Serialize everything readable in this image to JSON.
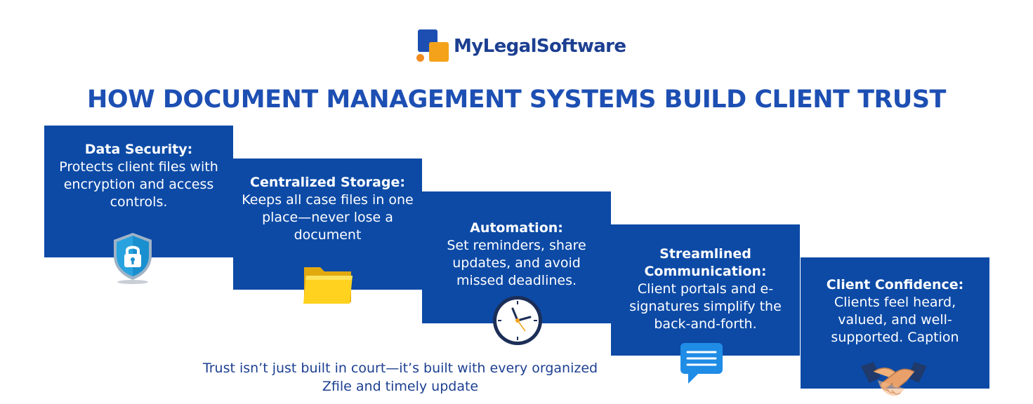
{
  "brand": {
    "name": "MyLegalSoftware",
    "colors": {
      "primary": "#1d4fb3",
      "card": "#0c4aa6",
      "accent": "#f5a21b"
    }
  },
  "headline": "HOW DOCUMENT MANAGEMENT SYSTEMS BUILD CLIENT TRUST",
  "cards": [
    {
      "title": "Data Security:",
      "text": "Protects client files with encryption and access controls.",
      "icon": "shield-lock-icon"
    },
    {
      "title": "Centralized Storage:",
      "text": "Keeps all case files in one place—never lose a document",
      "icon": "folder-icon"
    },
    {
      "title": "Automation:",
      "text": "Set reminders, share updates, and avoid missed deadlines.",
      "icon": "clock-icon"
    },
    {
      "title": "Streamlined Communication:",
      "text": "Client portals and e-signatures simplify the back-and-forth.",
      "icon": "chat-bubble-icon"
    },
    {
      "title": "Client Confidence:",
      "text": "Clients feel heard, valued, and well-supported. Caption",
      "icon": "handshake-icon"
    }
  ],
  "tagline": {
    "line1": "Trust isn’t just built in court—it’s built with every organized",
    "line2": "Zfile and timely update"
  }
}
